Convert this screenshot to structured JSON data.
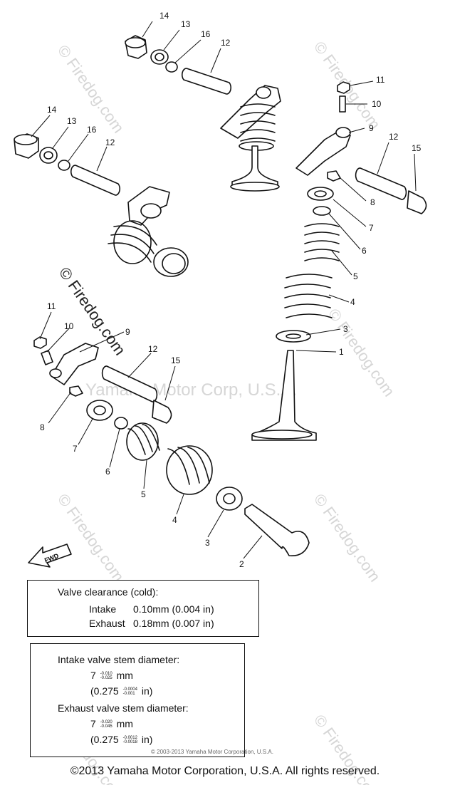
{
  "diagram": {
    "callouts": [
      {
        "num": "14"
      },
      {
        "num": "13"
      },
      {
        "num": "16"
      },
      {
        "num": "12"
      },
      {
        "num": "14"
      },
      {
        "num": "13"
      },
      {
        "num": "16"
      },
      {
        "num": "12"
      },
      {
        "num": "11"
      },
      {
        "num": "10"
      },
      {
        "num": "9"
      },
      {
        "num": "12"
      },
      {
        "num": "15"
      },
      {
        "num": "8"
      },
      {
        "num": "7"
      },
      {
        "num": "6"
      },
      {
        "num": "5"
      },
      {
        "num": "4"
      },
      {
        "num": "3"
      },
      {
        "num": "1"
      },
      {
        "num": "11"
      },
      {
        "num": "10"
      },
      {
        "num": "9"
      },
      {
        "num": "12"
      },
      {
        "num": "15"
      },
      {
        "num": "8"
      },
      {
        "num": "7"
      },
      {
        "num": "6"
      },
      {
        "num": "5"
      },
      {
        "num": "4"
      },
      {
        "num": "3"
      },
      {
        "num": "2"
      }
    ],
    "fwd_label": "FWD",
    "watermark_site": "© Firedog.com",
    "watermark_corp": "Yamaha Motor Corp, U.S.A."
  },
  "clearance_box": {
    "heading": "Valve clearance (cold):",
    "intake_label": "Intake",
    "intake_value": "0.10mm (0.004 in)",
    "exhaust_label": "Exhaust",
    "exhaust_value": "0.18mm (0.007 in)"
  },
  "stem_box": {
    "intake_heading": "Intake valve stem diameter:",
    "intake_mm_base": "7",
    "intake_mm_upper": "-0.010",
    "intake_mm_lower": "-0.025",
    "intake_mm_unit": "mm",
    "intake_in_base": "(0.275",
    "intake_in_upper": "-0.0004",
    "intake_in_lower": "-0.001",
    "intake_in_unit": "in)",
    "exhaust_heading": "Exhaust valve stem diameter:",
    "exhaust_mm_base": "7",
    "exhaust_mm_upper": "-0.020",
    "exhaust_mm_lower": "-0.045",
    "exhaust_mm_unit": "mm",
    "exhaust_in_base": "(0.275",
    "exhaust_in_upper": "-0.0012",
    "exhaust_in_lower": "-0.0018",
    "exhaust_in_unit": "in)"
  },
  "small_credit": "© 2003-2013 Yamaha Motor Corporation, U.S.A.",
  "footer": "©2013 Yamaha Motor Corporation, U.S.A. All rights reserved."
}
